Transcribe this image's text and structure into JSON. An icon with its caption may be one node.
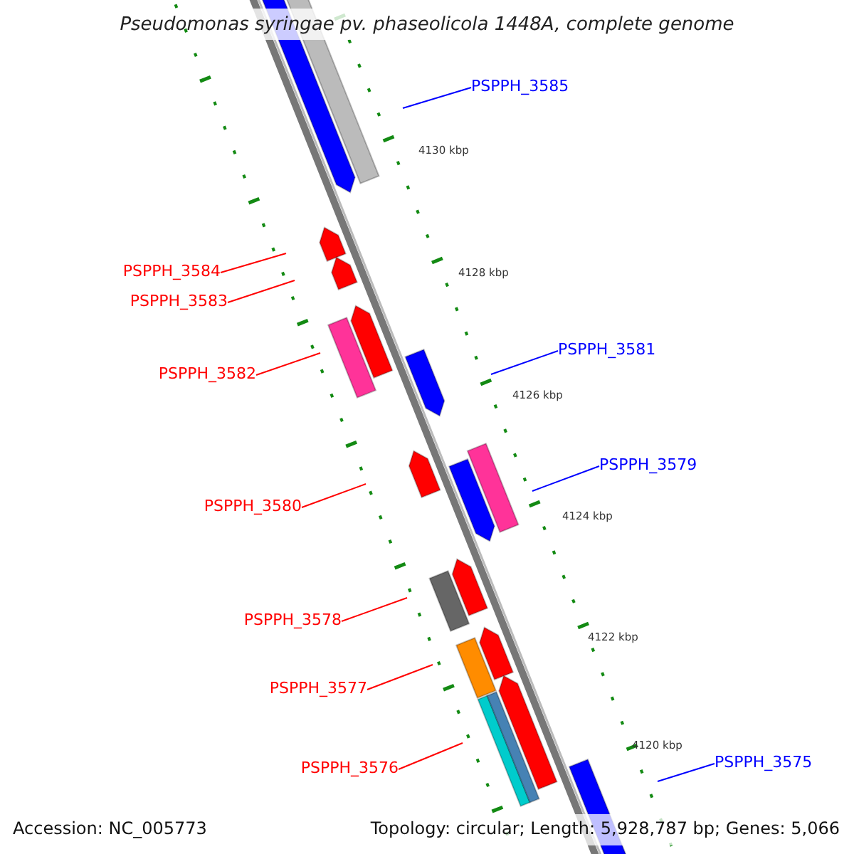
{
  "diagram": {
    "title": "Pseudomonas syringae pv. phaseolicola 1448A, complete genome",
    "nodes": [
      {
        "text": [
          "PSPPH_3585"
        ]
      },
      {
        "text": [
          "PSPPH_3584"
        ]
      },
      {
        "text": [
          "PSPPH_3583"
        ]
      },
      {
        "text": [
          "PSPPH_3581"
        ]
      },
      {
        "text": [
          "PSPPH_3582"
        ]
      },
      {
        "text": [
          "PSPPH_3579"
        ]
      },
      {
        "text": [
          "PSPPH_3580"
        ]
      },
      {
        "text": [
          "PSPPH_3578"
        ]
      },
      {
        "text": [
          "PSPPH_3577"
        ]
      },
      {
        "text": [
          "PSPPH_3575"
        ]
      },
      {
        "text": [
          "PSPPH_3576"
        ]
      }
    ],
    "edges": [
      {
        "from": 0,
        "to": null,
        "arrow": "none",
        "color": "#0000ff"
      },
      {
        "from": 1,
        "to": null,
        "arrow": "none"
      },
      {
        "from": 2,
        "to": null,
        "arrow": "none"
      },
      {
        "from": 3,
        "to": null,
        "arrow": "none",
        "color": "#0000ff"
      },
      {
        "from": 4,
        "to": null,
        "arrow": "none"
      },
      {
        "from": 5,
        "to": null,
        "arrow": "none",
        "color": "#0000ff"
      },
      {
        "from": 6,
        "to": null,
        "arrow": "none"
      },
      {
        "from": 7,
        "to": null,
        "arrow": "none"
      },
      {
        "from": 8,
        "to": null,
        "arrow": "none"
      },
      {
        "from": 9,
        "to": null,
        "arrow": "none",
        "color": "#0000ff"
      },
      {
        "from": 10,
        "to": null,
        "arrow": "none"
      }
    ],
    "labels": [
      "4130 kbp",
      "4128 kbp",
      "4126 kbp",
      "4124 kbp",
      "4122 kbp",
      "4120 kbp",
      "Accession: NC_005773",
      "Topology: circular; Length: 5,928,787 bp; Genes: 5,066"
    ]
  }
}
